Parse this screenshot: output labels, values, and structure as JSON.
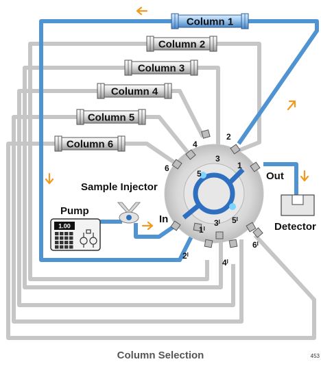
{
  "columns": [
    {
      "label": "Column 1",
      "active": true
    },
    {
      "label": "Column 2",
      "active": false
    },
    {
      "label": "Column 3",
      "active": false
    },
    {
      "label": "Column 4",
      "active": false
    },
    {
      "label": "Column 5",
      "active": false
    },
    {
      "label": "Column 6",
      "active": false
    }
  ],
  "valve": {
    "port_labels": [
      "1",
      "2",
      "3",
      "4",
      "5",
      "6"
    ],
    "inner_port_labels": [
      "1",
      "3",
      "5"
    ],
    "outlet_port_labels": [
      "1ᴵ",
      "2ᴵ",
      "3ᴵ",
      "4ᴵ",
      "5ᴵ",
      "6ᴵ"
    ],
    "inlet_label": "In",
    "outlet_label": "Out"
  },
  "components": {
    "pump_label": "Pump",
    "pump_display": "1.00",
    "sample_injector_label": "Sample Injector",
    "detector_label": "Detector"
  },
  "caption": "Column Selection",
  "figure_number": "453",
  "colors": {
    "active_flow": "#4f93d2",
    "inactive_tube": "#c8c8c8",
    "flow_arrow": "#f29a1f",
    "valve_body": "#d6d6d6"
  }
}
